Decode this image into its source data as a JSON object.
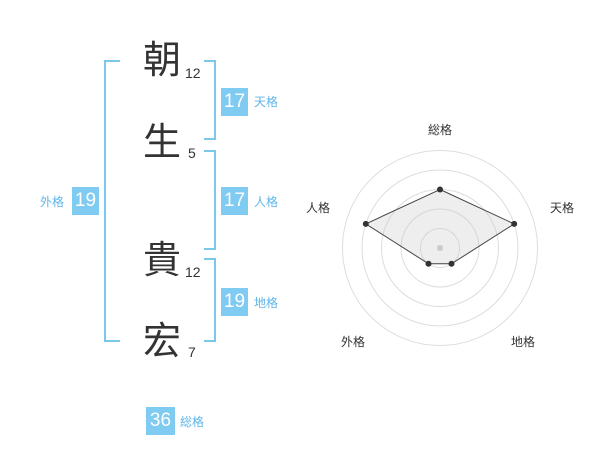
{
  "name": {
    "characters": [
      {
        "char": "朝",
        "strokes": "12"
      },
      {
        "char": "生",
        "strokes": "5"
      },
      {
        "char": "貴",
        "strokes": "12"
      },
      {
        "char": "宏",
        "strokes": "7"
      }
    ]
  },
  "fortune": {
    "tenkaku": {
      "label": "天格",
      "value": "17"
    },
    "jinkaku": {
      "label": "人格",
      "value": "17"
    },
    "chikaku": {
      "label": "地格",
      "value": "19"
    },
    "gaikaku": {
      "label": "外格",
      "value": "19"
    },
    "soukaku": {
      "label": "総格",
      "value": "36"
    }
  },
  "colors": {
    "accent": "#80cbf2",
    "label": "#5fb6e8",
    "bracket": "#7cc7ee",
    "text": "#333333"
  },
  "chart_data": {
    "type": "radar",
    "axes": [
      "総格",
      "天格",
      "地格",
      "外格",
      "人格"
    ],
    "values": [
      3,
      4,
      1,
      1,
      4
    ],
    "max": 5,
    "rings": 5
  }
}
